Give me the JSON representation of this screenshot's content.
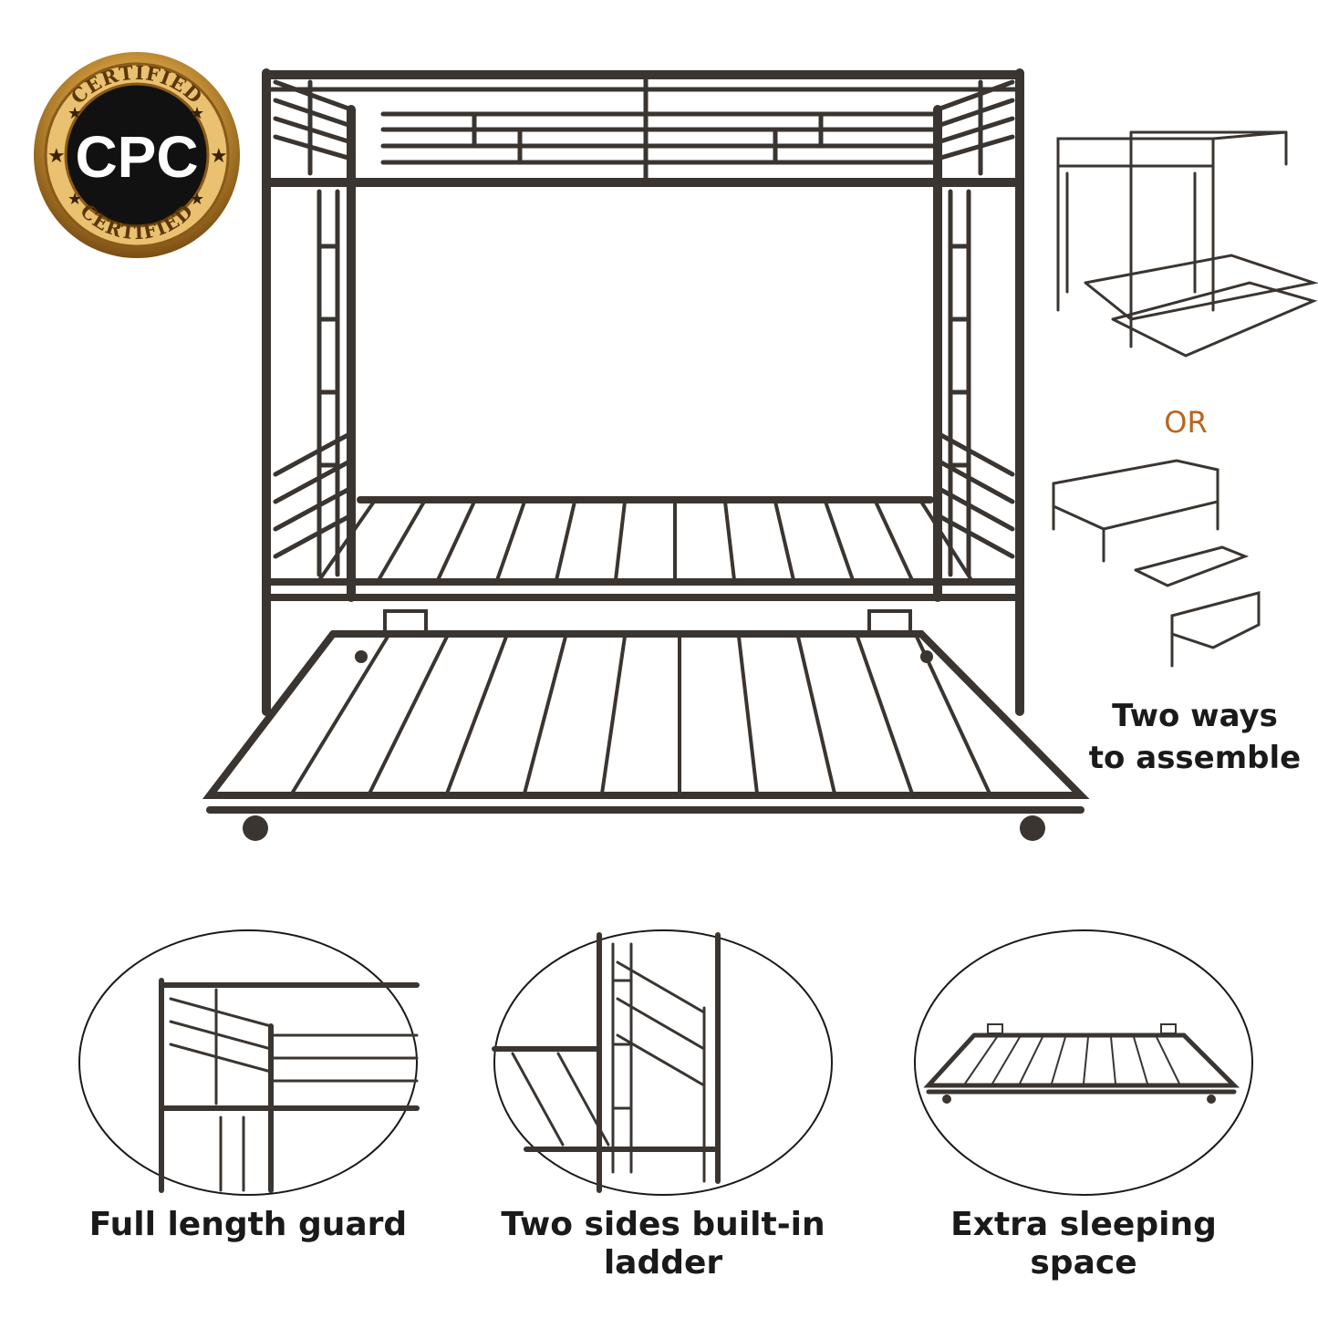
{
  "badge": {
    "text": "CPC",
    "ring_text_top": "CERTIFIED",
    "ring_text_bottom": "CERTIFIED",
    "colors": {
      "gold": "#c9953a",
      "dark": "#111111"
    }
  },
  "side_panel": {
    "or_label": "OR",
    "assemble_label_line1": "Two ways",
    "assemble_label_line2": "to assemble",
    "accent": "#b8661e"
  },
  "features": [
    {
      "caption": "Full length guard"
    },
    {
      "caption_line1": "Two sides built-in",
      "caption_line2": "ladder"
    },
    {
      "caption": "Extra sleeping space"
    }
  ],
  "colors": {
    "metal": "#3a3531",
    "text": "#1a1a1a"
  }
}
